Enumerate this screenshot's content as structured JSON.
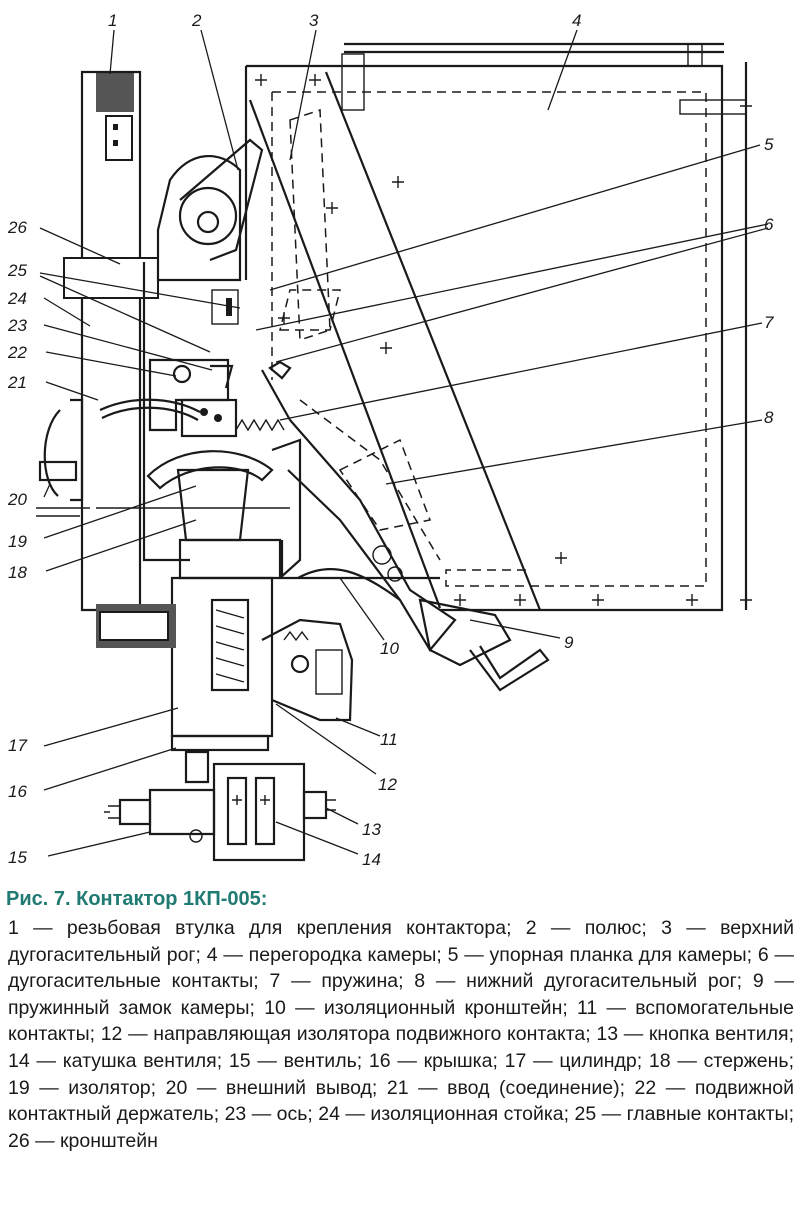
{
  "figure": {
    "callouts": [
      "1",
      "2",
      "3",
      "4",
      "5",
      "6",
      "7",
      "8",
      "9",
      "10",
      "11",
      "12",
      "13",
      "14",
      "15",
      "16",
      "17",
      "18",
      "19",
      "20",
      "21",
      "22",
      "23",
      "24",
      "25",
      "26"
    ]
  },
  "caption": {
    "title": "Рис. 7. Контактор 1КП-005:",
    "text": "1 — резьбовая втулка для крепления контактора; 2 — полюс; 3 — верхний дугогасительный рог; 4 — перегородка камеры; 5 — упорная планка для камеры; 6 — дугогасительные контакты; 7 — пружина; 8 — нижний дугогасительный рог;  9 — пружинный замок камеры; 10 — изоляционный кронштейн; 11 — вспомогательные контакты; 12 — направляющая изолятора подвижного контакта; 13 — кнопка вентиля; 14 — катушка вентиля; 15 — вентиль; 16 — крышка; 17 — цилиндр; 18 — стержень; 19 — изолятор; 20 — внешний вывод; 21 — ввод (соединение); 22 — подвижной контактный держатель; 23 — ось; 24 — изоляционная стойка; 25 — главные контакты; 26 — кронштейн",
    "accent_color": "#1f7a72"
  }
}
